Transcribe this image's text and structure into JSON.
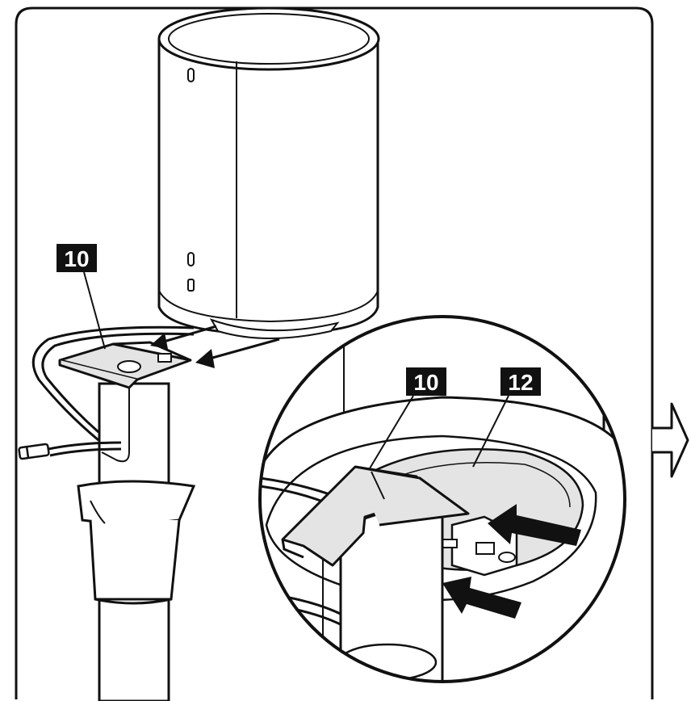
{
  "callouts": {
    "main_bracket": "10",
    "detail_bracket": "10",
    "detail_plate": "12"
  },
  "icons": [
    "next-step-arrow-icon"
  ],
  "colors": {
    "line": "#111111",
    "fill": "#ffffff",
    "highlight": "#e4e4e4"
  }
}
